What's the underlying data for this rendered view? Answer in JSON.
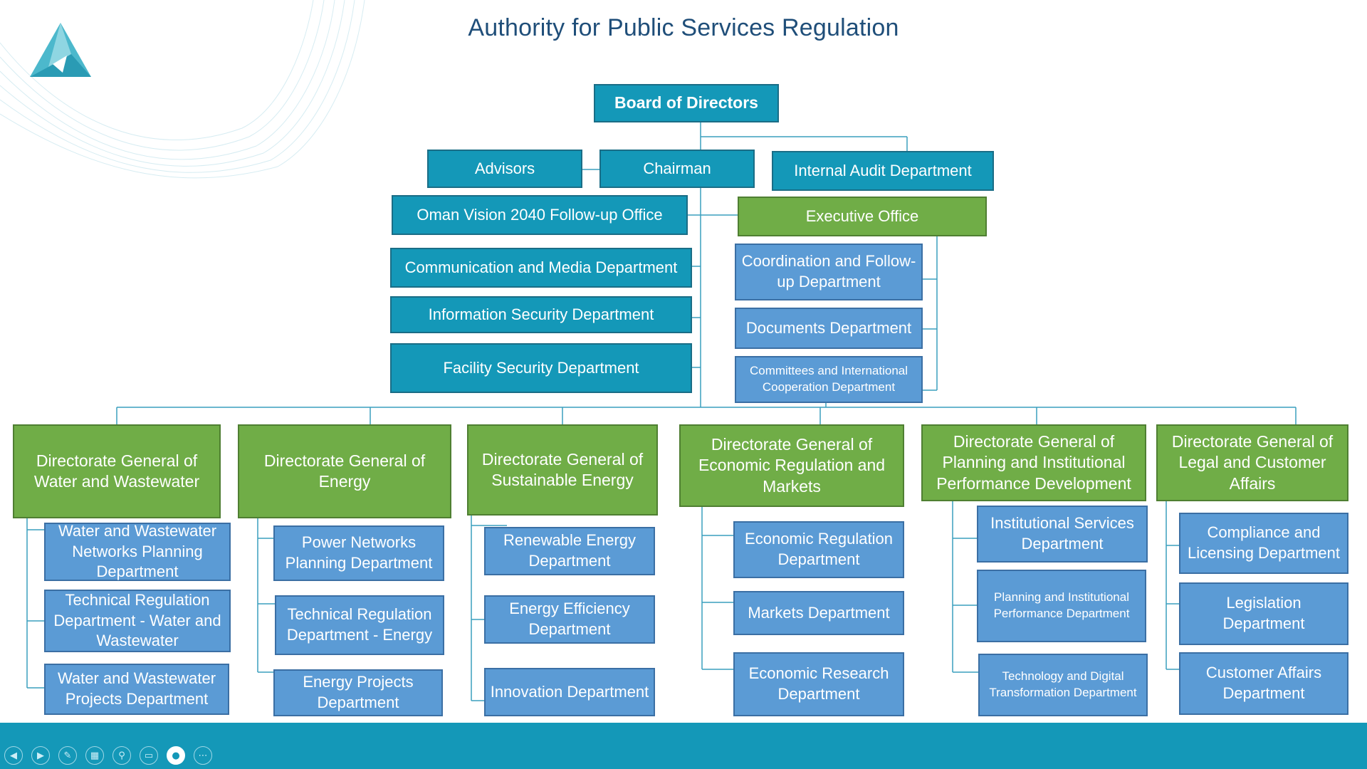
{
  "title": "Authority for Public Services Regulation",
  "colors": {
    "teal": "#1498b8",
    "green": "#70ad47",
    "blue": "#5b9bd5",
    "title": "#1f4e79",
    "bar": "#1498b8"
  },
  "logo": {
    "icon": "triangle-logo-icon"
  },
  "top": {
    "board": "Board of Directors",
    "advisors": "Advisors",
    "chairman": "Chairman",
    "internal_audit": "Internal Audit Department",
    "vision": "Oman Vision 2040 Follow-up Office",
    "executive": "Executive Office",
    "communication": "Communication and Media Department",
    "info_security": "Information Security Department",
    "facility_security": "Facility Security Department",
    "coordination": "Coordination and Follow-up Department",
    "documents": "Documents Department",
    "committees": "Committees and International Cooperation Department"
  },
  "directorates": [
    {
      "title": "Directorate General of Water and Wastewater",
      "departments": [
        "Water and Wastewater Networks Planning Department",
        "Technical Regulation Department - Water and Wastewater",
        "Water and Wastewater Projects Department"
      ]
    },
    {
      "title": "Directorate General of Energy",
      "departments": [
        "Power Networks Planning Department",
        "Technical Regulation Department - Energy",
        "Energy Projects Department"
      ]
    },
    {
      "title": "Directorate General of Sustainable Energy",
      "departments": [
        "Renewable Energy Department",
        "Energy Efficiency Department",
        "Innovation Department"
      ]
    },
    {
      "title": "Directorate General of Economic Regulation and Markets",
      "departments": [
        "Economic Regulation Department",
        "Markets Department",
        "Economic Research Department"
      ]
    },
    {
      "title": "Directorate General of Planning and Institutional Performance Development",
      "departments": [
        "Institutional Services Department",
        "Planning and Institutional Performance Department",
        "Technology and Digital Transformation Department"
      ]
    },
    {
      "title": "Directorate General of Legal and Customer Affairs",
      "departments": [
        "Compliance and Licensing Department",
        "Legislation Department",
        "Customer Affairs Department"
      ]
    }
  ],
  "controls": [
    {
      "icon": "previous-icon",
      "glyph": "◀"
    },
    {
      "icon": "next-icon",
      "glyph": "▶"
    },
    {
      "icon": "pen-icon",
      "glyph": "✎"
    },
    {
      "icon": "slides-icon",
      "glyph": "▦"
    },
    {
      "icon": "zoom-icon",
      "glyph": "⚲"
    },
    {
      "icon": "subtitles-icon",
      "glyph": "▭"
    },
    {
      "icon": "camera-icon",
      "glyph": "●"
    },
    {
      "icon": "more-icon",
      "glyph": "⋯"
    }
  ]
}
